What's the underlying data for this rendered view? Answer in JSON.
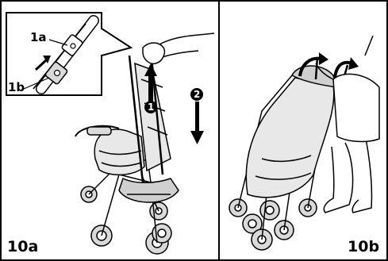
{
  "panels": {
    "left": {
      "label": "10a"
    },
    "right": {
      "label": "10b"
    }
  },
  "callouts": {
    "part_a": "1a",
    "part_b": "1b"
  },
  "steps": {
    "step1": "1",
    "step2": "2"
  },
  "colors": {
    "line": "#000000",
    "background": "#ffffff",
    "shade": "#d9d9d9",
    "dark_shade": "#8c8c8c"
  },
  "icons": [
    "up-arrow-icon",
    "down-arrow-icon",
    "curved-arrow-icon"
  ]
}
